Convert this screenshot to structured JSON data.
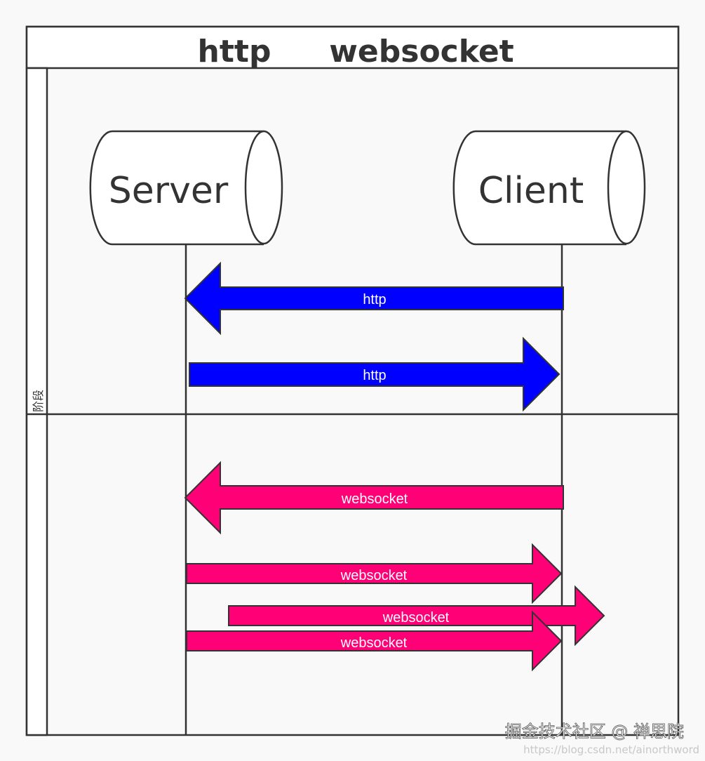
{
  "diagram": {
    "title_left": "http",
    "title_right": "websocket",
    "lane_label": "阶段",
    "actors": {
      "server": "Server",
      "client": "Client"
    },
    "arrows": [
      {
        "label": "http",
        "color": "#0000ff",
        "direction": "left"
      },
      {
        "label": "http",
        "color": "#0000ff",
        "direction": "right"
      },
      {
        "label": "websocket",
        "color": "#ff0077",
        "direction": "left"
      },
      {
        "label": "websocket",
        "color": "#ff0077",
        "direction": "right"
      },
      {
        "label": "websocket",
        "color": "#ff0077",
        "direction": "right"
      },
      {
        "label": "websocket",
        "color": "#ff0077",
        "direction": "right"
      }
    ]
  },
  "watermark": {
    "text": "掘金技术社区 @ 禅思院",
    "url": "https://blog.csdn.net/ainorthword"
  }
}
